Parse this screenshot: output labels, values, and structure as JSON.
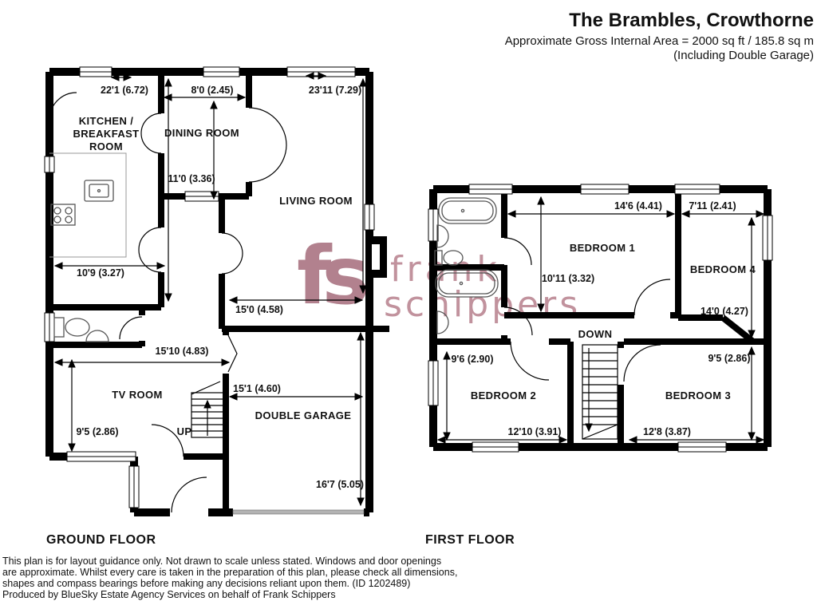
{
  "header": {
    "title": "The Brambles, Crowthorne",
    "subtitle": "Approximate Gross Internal Area = 2000 sq ft / 185.8 sq m",
    "subtitle2": "(Including Double Garage)"
  },
  "watermark": {
    "logo": "fs",
    "word1": "frank",
    "word2": "schippers",
    "color": "#b2818e"
  },
  "ground_floor": {
    "label": "GROUND FLOOR",
    "rooms": {
      "kitchen_l1": "KITCHEN /",
      "kitchen_l2": "BREAKFAST",
      "kitchen_l3": "ROOM",
      "dining": "DINING ROOM",
      "living": "LIVING ROOM",
      "tv": "TV ROOM",
      "garage": "DOUBLE GARAGE",
      "stairs": "UP"
    },
    "dims": {
      "kitchen_w": "22'1 (6.72)",
      "dining_w": "8'0 (2.45)",
      "dining_d": "11'0 (3.36)",
      "living_d": "23'11 (7.29)",
      "living_w": "15'0 (4.58)",
      "kitchen_d": "10'9 (3.27)",
      "hall_w": "15'10 (4.83)",
      "tv_d": "9'5 (2.86)",
      "garage_w": "15'1 (4.60)",
      "garage_d": "16'7 (5.05)"
    }
  },
  "first_floor": {
    "label": "FIRST FLOOR",
    "rooms": {
      "bed1": "BEDROOM 1",
      "bed2": "BEDROOM 2",
      "bed3": "BEDROOM 3",
      "bed4": "BEDROOM 4",
      "stairs": "DOWN"
    },
    "dims": {
      "bed1_w": "14'6 (4.41)",
      "bed4_w": "7'11 (2.41)",
      "bed1_d": "10'11 (3.32)",
      "bed4_d": "14'0 (4.27)",
      "bed2_d": "9'6 (2.90)",
      "bed2_w": "12'10 (3.91)",
      "bed3_d": "9'5 (2.86)",
      "bed3_w": "12'8 (3.87)"
    }
  },
  "footer": {
    "disclaimer_l1": "This plan is for layout guidance only. Not drawn to scale unless stated. Windows and door openings",
    "disclaimer_l2": "are approximate. Whilst every care is taken in the preparation of this plan, please check all dimensions,",
    "disclaimer_l3": "shapes and compass bearings before making any decisions reliant upon them. (ID 1202489)",
    "producer": "Produced by BlueSky Estate Agency Services on behalf of Frank Schippers"
  }
}
